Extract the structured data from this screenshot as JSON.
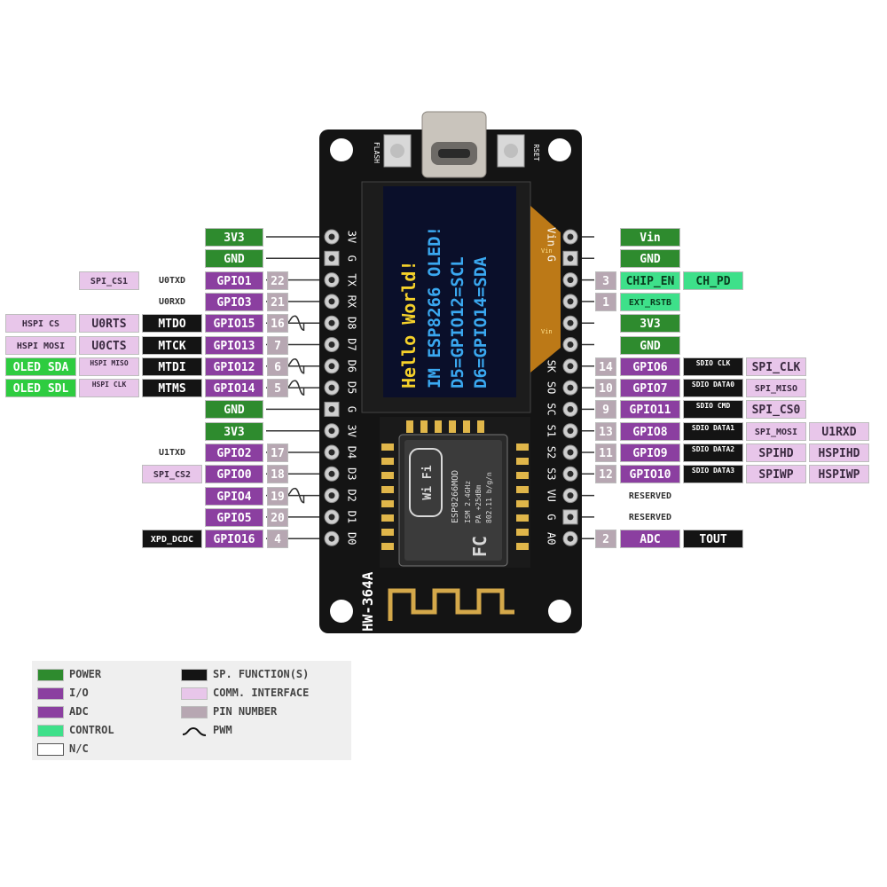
{
  "board": {
    "model": "HW-364A",
    "button_flash": "FLASH",
    "button_reset": "RSET",
    "oled_lines": [
      "Hello World!",
      "IM ESP8266 OLED!",
      "D5=GPIO12=SCL",
      "D6=GPIO14=SDA"
    ],
    "module_lines": [
      "ESP8266MOD",
      "ISM 2.4GHz",
      "PA +25dBm",
      "802.11 b/g/n"
    ],
    "wifi_logo": "Wi Fi",
    "fcc_logo": "FC",
    "vin_marks": [
      "Vin",
      "Vin"
    ]
  },
  "left_pins": [
    {
      "silk": "3V",
      "labels": [
        {
          "text": "3V3",
          "type": "power"
        }
      ]
    },
    {
      "silk": "G",
      "labels": [
        {
          "text": "GND",
          "type": "power"
        }
      ]
    },
    {
      "silk": "TX",
      "pin_number": "22",
      "labels": [
        {
          "text": "GPIO1",
          "type": "io"
        },
        {
          "text": "U0TXD",
          "type": "nc"
        },
        {
          "text": "SPI_CS1",
          "type": "comm"
        }
      ]
    },
    {
      "silk": "RX",
      "pin_number": "21",
      "labels": [
        {
          "text": "GPIO3",
          "type": "io"
        },
        {
          "text": "U0RXD",
          "type": "nc"
        }
      ]
    },
    {
      "silk": "D8",
      "pin_number": "16",
      "pwm": true,
      "labels": [
        {
          "text": "GPIO15",
          "type": "io"
        },
        {
          "text": "MTDO",
          "type": "func"
        },
        {
          "text": "U0RTS",
          "type": "comm"
        },
        {
          "text": "HSPI CS",
          "type": "comm"
        }
      ]
    },
    {
      "silk": "D7",
      "pin_number": "7",
      "labels": [
        {
          "text": "GPIO13",
          "type": "io"
        },
        {
          "text": "MTCK",
          "type": "func"
        },
        {
          "text": "U0CTS",
          "type": "comm"
        },
        {
          "text": "HSPI MOSI",
          "type": "comm"
        }
      ]
    },
    {
      "silk": "D6",
      "pin_number": "6",
      "pwm": true,
      "labels": [
        {
          "text": "GPIO12",
          "type": "io"
        },
        {
          "text": "MTDI",
          "type": "func"
        },
        {
          "text": "HSPI MISO",
          "type": "comm"
        },
        {
          "text": "OLED SDA",
          "type": "oled"
        }
      ]
    },
    {
      "silk": "D5",
      "pin_number": "5",
      "pwm": true,
      "labels": [
        {
          "text": "GPIO14",
          "type": "io"
        },
        {
          "text": "MTMS",
          "type": "func"
        },
        {
          "text": "HSPI CLK",
          "type": "comm"
        },
        {
          "text": "OLED SDL",
          "type": "oled"
        }
      ]
    },
    {
      "silk": "G",
      "labels": [
        {
          "text": "GND",
          "type": "power"
        }
      ]
    },
    {
      "silk": "3V",
      "labels": [
        {
          "text": "3V3",
          "type": "power"
        }
      ]
    },
    {
      "silk": "D4",
      "pin_number": "17",
      "labels": [
        {
          "text": "GPIO2",
          "type": "io"
        },
        {
          "text": "U1TXD",
          "type": "nc"
        }
      ]
    },
    {
      "silk": "D3",
      "pin_number": "18",
      "labels": [
        {
          "text": "GPIO0",
          "type": "io"
        },
        {
          "text": "SPI_CS2",
          "type": "comm"
        }
      ]
    },
    {
      "silk": "D2",
      "pin_number": "19",
      "pwm": true,
      "labels": [
        {
          "text": "GPIO4",
          "type": "io"
        }
      ]
    },
    {
      "silk": "D1",
      "pin_number": "20",
      "labels": [
        {
          "text": "GPIO5",
          "type": "io"
        }
      ]
    },
    {
      "silk": "D0",
      "pin_number": "4",
      "labels": [
        {
          "text": "GPIO16",
          "type": "io"
        },
        {
          "text": "XPD_DCDC",
          "type": "func"
        }
      ]
    }
  ],
  "right_pins": [
    {
      "silk": "Vin",
      "labels": [
        {
          "text": "Vin",
          "type": "power"
        }
      ]
    },
    {
      "silk": "G",
      "labels": [
        {
          "text": "GND",
          "type": "power"
        }
      ]
    },
    {
      "silk": "",
      "pin_number": "3",
      "labels": [
        {
          "text": "CHIP_EN",
          "type": "ctrl"
        },
        {
          "text": "CH_PD",
          "type": "ctrl"
        }
      ]
    },
    {
      "silk": "",
      "pin_number": "1",
      "labels": [
        {
          "text": "EXT_RSTB",
          "type": "ctrl"
        }
      ]
    },
    {
      "silk": "",
      "labels": [
        {
          "text": "3V3",
          "type": "power"
        }
      ]
    },
    {
      "silk": "",
      "labels": [
        {
          "text": "GND",
          "type": "power"
        }
      ]
    },
    {
      "silk": "SK",
      "pin_number": "14",
      "labels": [
        {
          "text": "GPIO6",
          "type": "io"
        },
        {
          "text": "SDIO CLK",
          "type": "func"
        },
        {
          "text": "SPI_CLK",
          "type": "comm"
        }
      ]
    },
    {
      "silk": "SO",
      "pin_number": "10",
      "labels": [
        {
          "text": "GPIO7",
          "type": "io"
        },
        {
          "text": "SDIO DATA0",
          "type": "func"
        },
        {
          "text": "SPI_MISO",
          "type": "comm"
        }
      ]
    },
    {
      "silk": "SC",
      "pin_number": "9",
      "labels": [
        {
          "text": "GPIO11",
          "type": "io"
        },
        {
          "text": "SDIO CMD",
          "type": "func"
        },
        {
          "text": "SPI_CS0",
          "type": "comm"
        }
      ]
    },
    {
      "silk": "S1",
      "pin_number": "13",
      "labels": [
        {
          "text": "GPIO8",
          "type": "io"
        },
        {
          "text": "SDIO DATA1",
          "type": "func"
        },
        {
          "text": "SPI_MOSI",
          "type": "comm"
        },
        {
          "text": "U1RXD",
          "type": "comm"
        }
      ]
    },
    {
      "silk": "S2",
      "pin_number": "11",
      "labels": [
        {
          "text": "GPIO9",
          "type": "io"
        },
        {
          "text": "SDIO DATA2",
          "type": "func"
        },
        {
          "text": "SPIHD",
          "type": "comm"
        },
        {
          "text": "HSPIHD",
          "type": "comm"
        }
      ]
    },
    {
      "silk": "S3",
      "pin_number": "12",
      "labels": [
        {
          "text": "GPIO10",
          "type": "io"
        },
        {
          "text": "SDIO DATA3",
          "type": "func"
        },
        {
          "text": "SPIWP",
          "type": "comm"
        },
        {
          "text": "HSPIWP",
          "type": "comm"
        }
      ]
    },
    {
      "silk": "VU",
      "labels": [
        {
          "text": "RESERVED",
          "type": "nc"
        }
      ]
    },
    {
      "silk": "G",
      "labels": [
        {
          "text": "RESERVED",
          "type": "nc"
        }
      ]
    },
    {
      "silk": "A0",
      "pin_number": "2",
      "labels": [
        {
          "text": "ADC",
          "type": "io"
        },
        {
          "text": "TOUT",
          "type": "func"
        }
      ]
    }
  ],
  "legend": {
    "items": [
      {
        "label": "POWER",
        "color": "#2e8b2e"
      },
      {
        "label": "I/O",
        "color": "#8b3fa0"
      },
      {
        "label": "ADC",
        "color": "#8b3fa0"
      },
      {
        "label": "CONTROL",
        "color": "#3ee08a"
      },
      {
        "label": "N/C",
        "color": "#ffffff"
      },
      {
        "label": "SP. FUNCTION(S)",
        "color": "#141414"
      },
      {
        "label": "COMM. INTERFACE",
        "color": "#e8c6ea"
      },
      {
        "label": "PIN NUMBER",
        "color": "#b7a7b2"
      },
      {
        "label": "PWM",
        "color": "#000000"
      }
    ]
  }
}
